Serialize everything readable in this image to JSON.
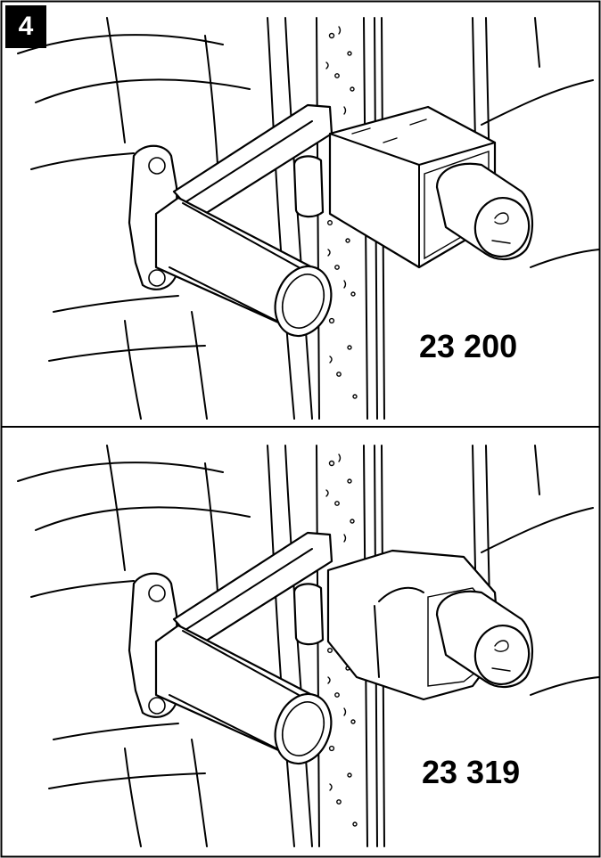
{
  "figure": {
    "step_number": "4",
    "panels": [
      {
        "model_number": "23 200",
        "cover_shape": "square-box"
      },
      {
        "model_number": "23 319",
        "cover_shape": "octagonal"
      }
    ]
  },
  "colors": {
    "ink": "#000000",
    "background": "#ffffff"
  }
}
